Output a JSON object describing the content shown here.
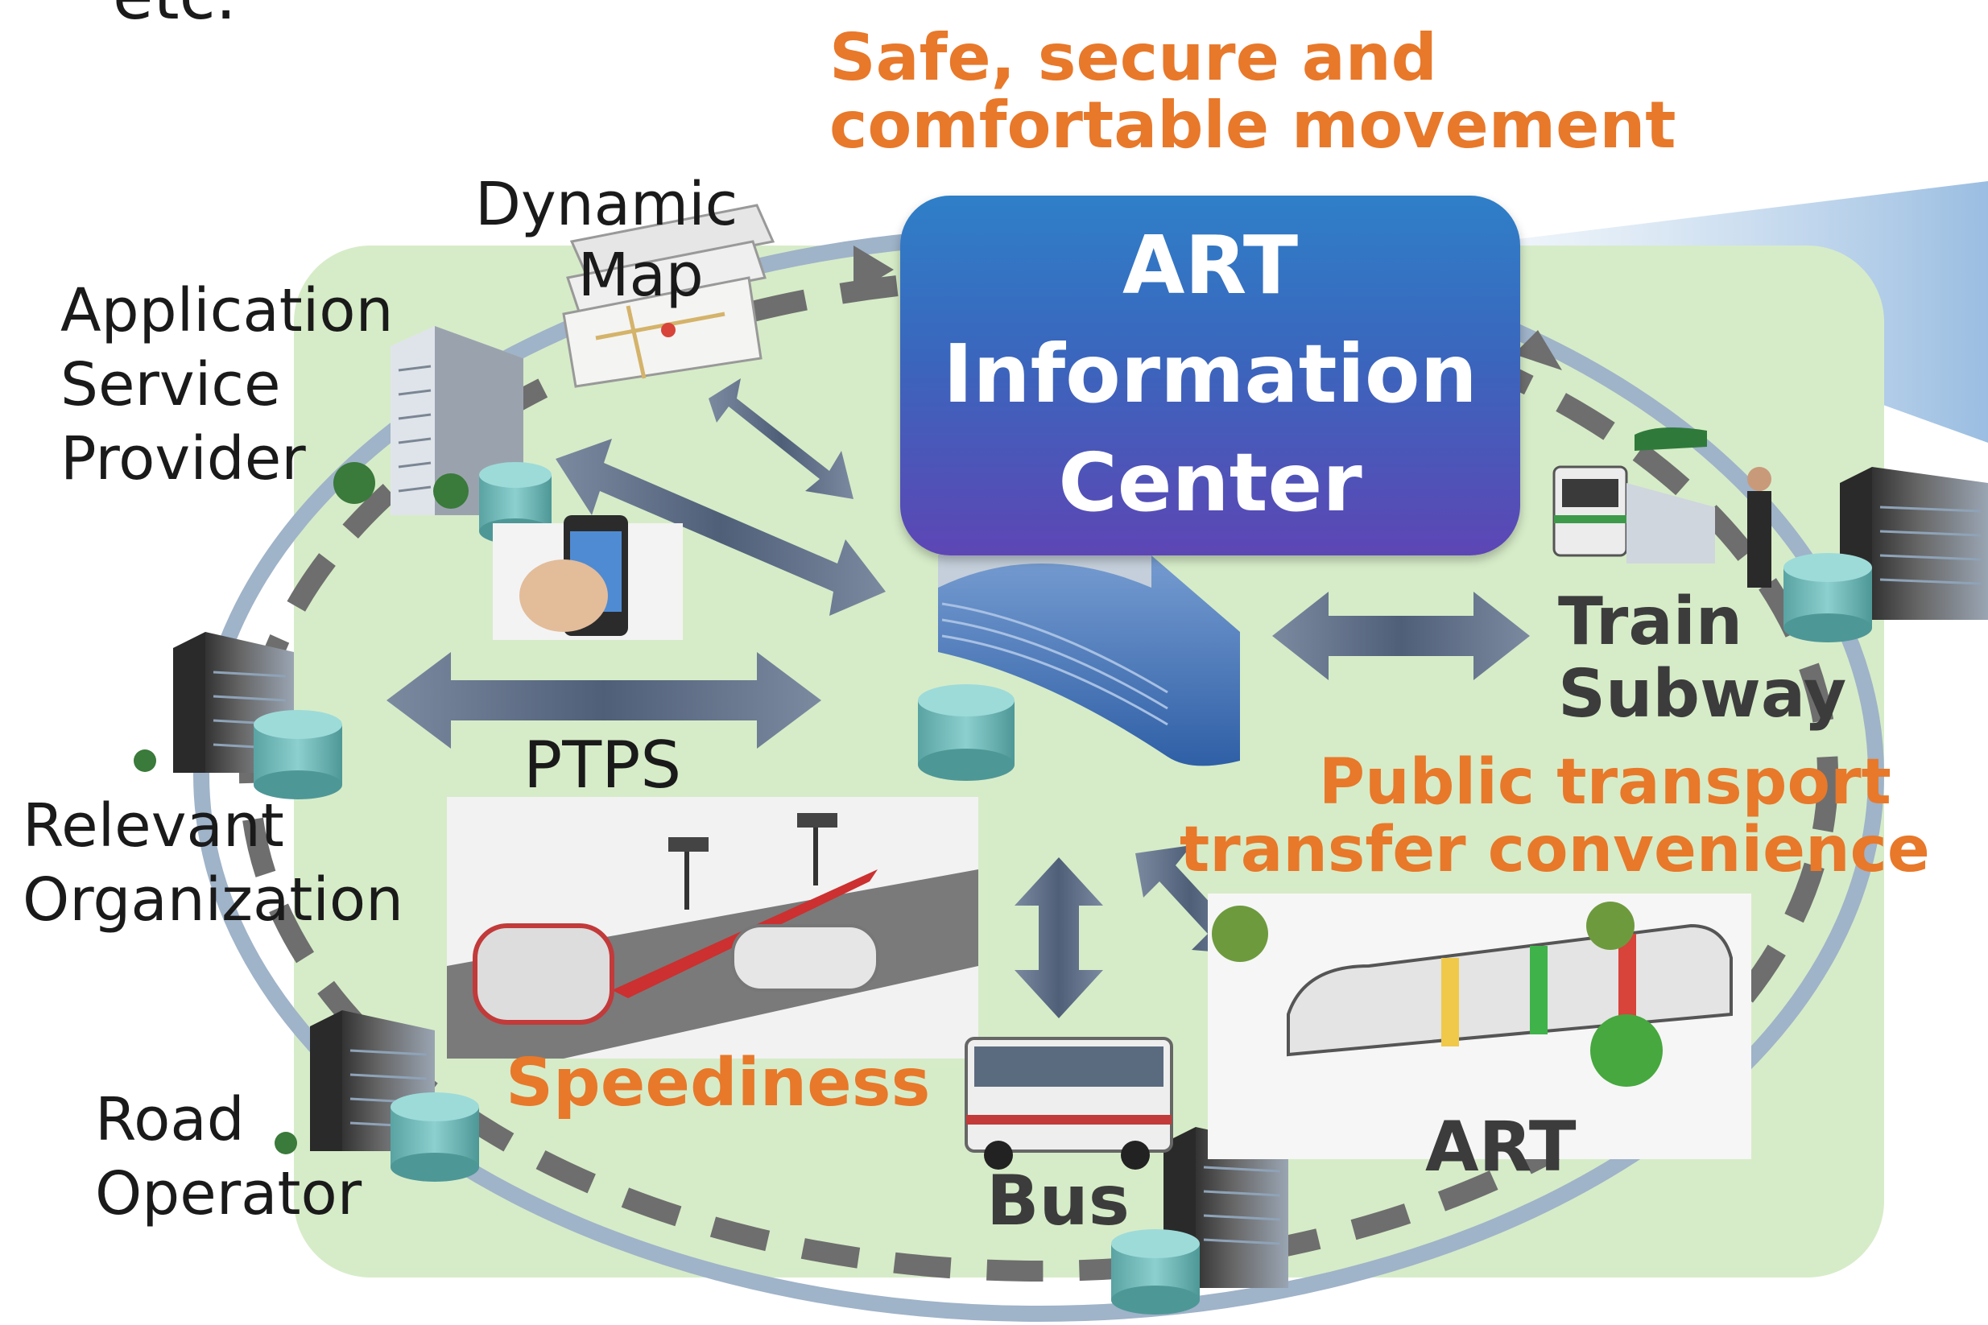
{
  "top_partial_text": "etc.",
  "goal_top": [
    "Safe, secure and",
    "comfortable movement"
  ],
  "center": [
    "ART",
    "Information",
    "Center"
  ],
  "nodes": {
    "dynamic_map": [
      "Dynamic",
      "Map"
    ],
    "app_service": [
      "Application",
      "Service",
      "Provider"
    ],
    "relevant_org": [
      "Relevant",
      "Organization"
    ],
    "road_operator": [
      "Road",
      "Operator"
    ],
    "train": [
      "Train",
      "Subway"
    ],
    "bus": "Bus",
    "art": "ART",
    "ptps": "PTPS"
  },
  "goal_transfer": [
    "Public transport",
    "transfer convenience"
  ],
  "goal_speed": "Speediness",
  "colors": {
    "orange": "#e8782a",
    "green_area": "#d6ecc8",
    "loop_ring": "#9fb3c9",
    "dashed": "#6e6e6e",
    "arrow": "#5a6b82",
    "center_top": "#2f7fc8",
    "center_bottom": "#5d46b5",
    "database": "#6fb5b5"
  }
}
